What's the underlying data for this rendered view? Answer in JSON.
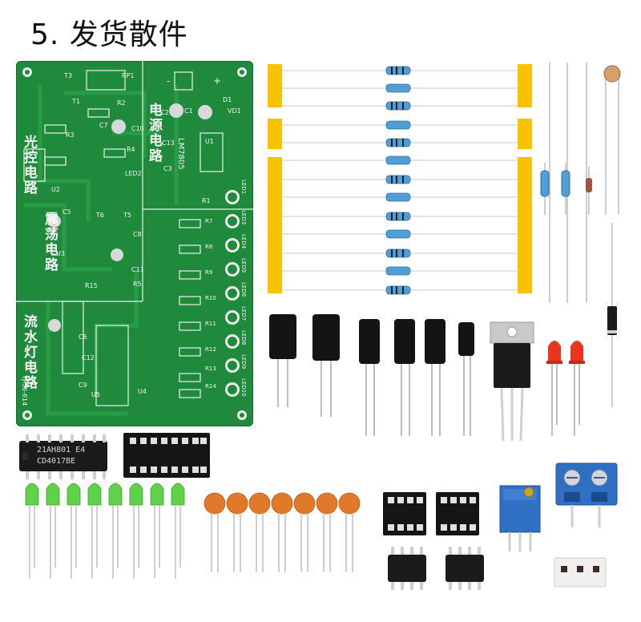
{
  "heading": {
    "text": "5. 发货散件"
  },
  "pcb": {
    "section_labels": {
      "light_control": "光控电路",
      "power": "电源电路",
      "oscillator": "震荡电路",
      "running_lights": "流水灯电路"
    },
    "model_code": "TJ-56-614",
    "component_labels": {
      "rp1": "RP1",
      "r2": "R2",
      "r3": "R3",
      "r4": "R4",
      "r5": "R5",
      "r15": "R15",
      "t1": "T1",
      "t3": "T3",
      "t5": "T5",
      "t6": "T6",
      "c1": "C1",
      "c2": "C2",
      "c3": "C3",
      "c5": "C5",
      "c6": "C6",
      "c7": "C7",
      "c8": "C8",
      "c9": "C9",
      "c10": "C10",
      "c11": "C11",
      "c12": "C12",
      "c13": "C13",
      "u1": "U1",
      "u2": "U2",
      "u3": "U3",
      "u4": "U4",
      "u5": "U5",
      "led2": "LED2",
      "d1": "D1",
      "vd1": "VD1",
      "r1": "R1",
      "regulator": "LM7805",
      "plus": "+",
      "minus": "-",
      "resistor_labels": [
        "R7",
        "R8",
        "R9",
        "R10",
        "R11",
        "R12",
        "R13",
        "R14"
      ],
      "led_labels": [
        "LED1",
        "LED3",
        "LED4",
        "LED5",
        "LED6",
        "LED7",
        "LED8",
        "LED9",
        "LED10"
      ]
    }
  },
  "parts": {
    "ic_chip_top": "21AH801 E4",
    "ic_chip_bottom": "CD4017BE",
    "small_chip_texts": [
      "",
      ""
    ]
  },
  "colors": {
    "pcb_green": "#1f8a3c",
    "resistor_blue": "#4f9fd6",
    "tape_yellow": "#f7c300",
    "led_green": "#5fd14a",
    "led_red": "#e8361f",
    "ceramic_orange": "#e07a2a",
    "terminal_blue": "#2f6fc4"
  }
}
